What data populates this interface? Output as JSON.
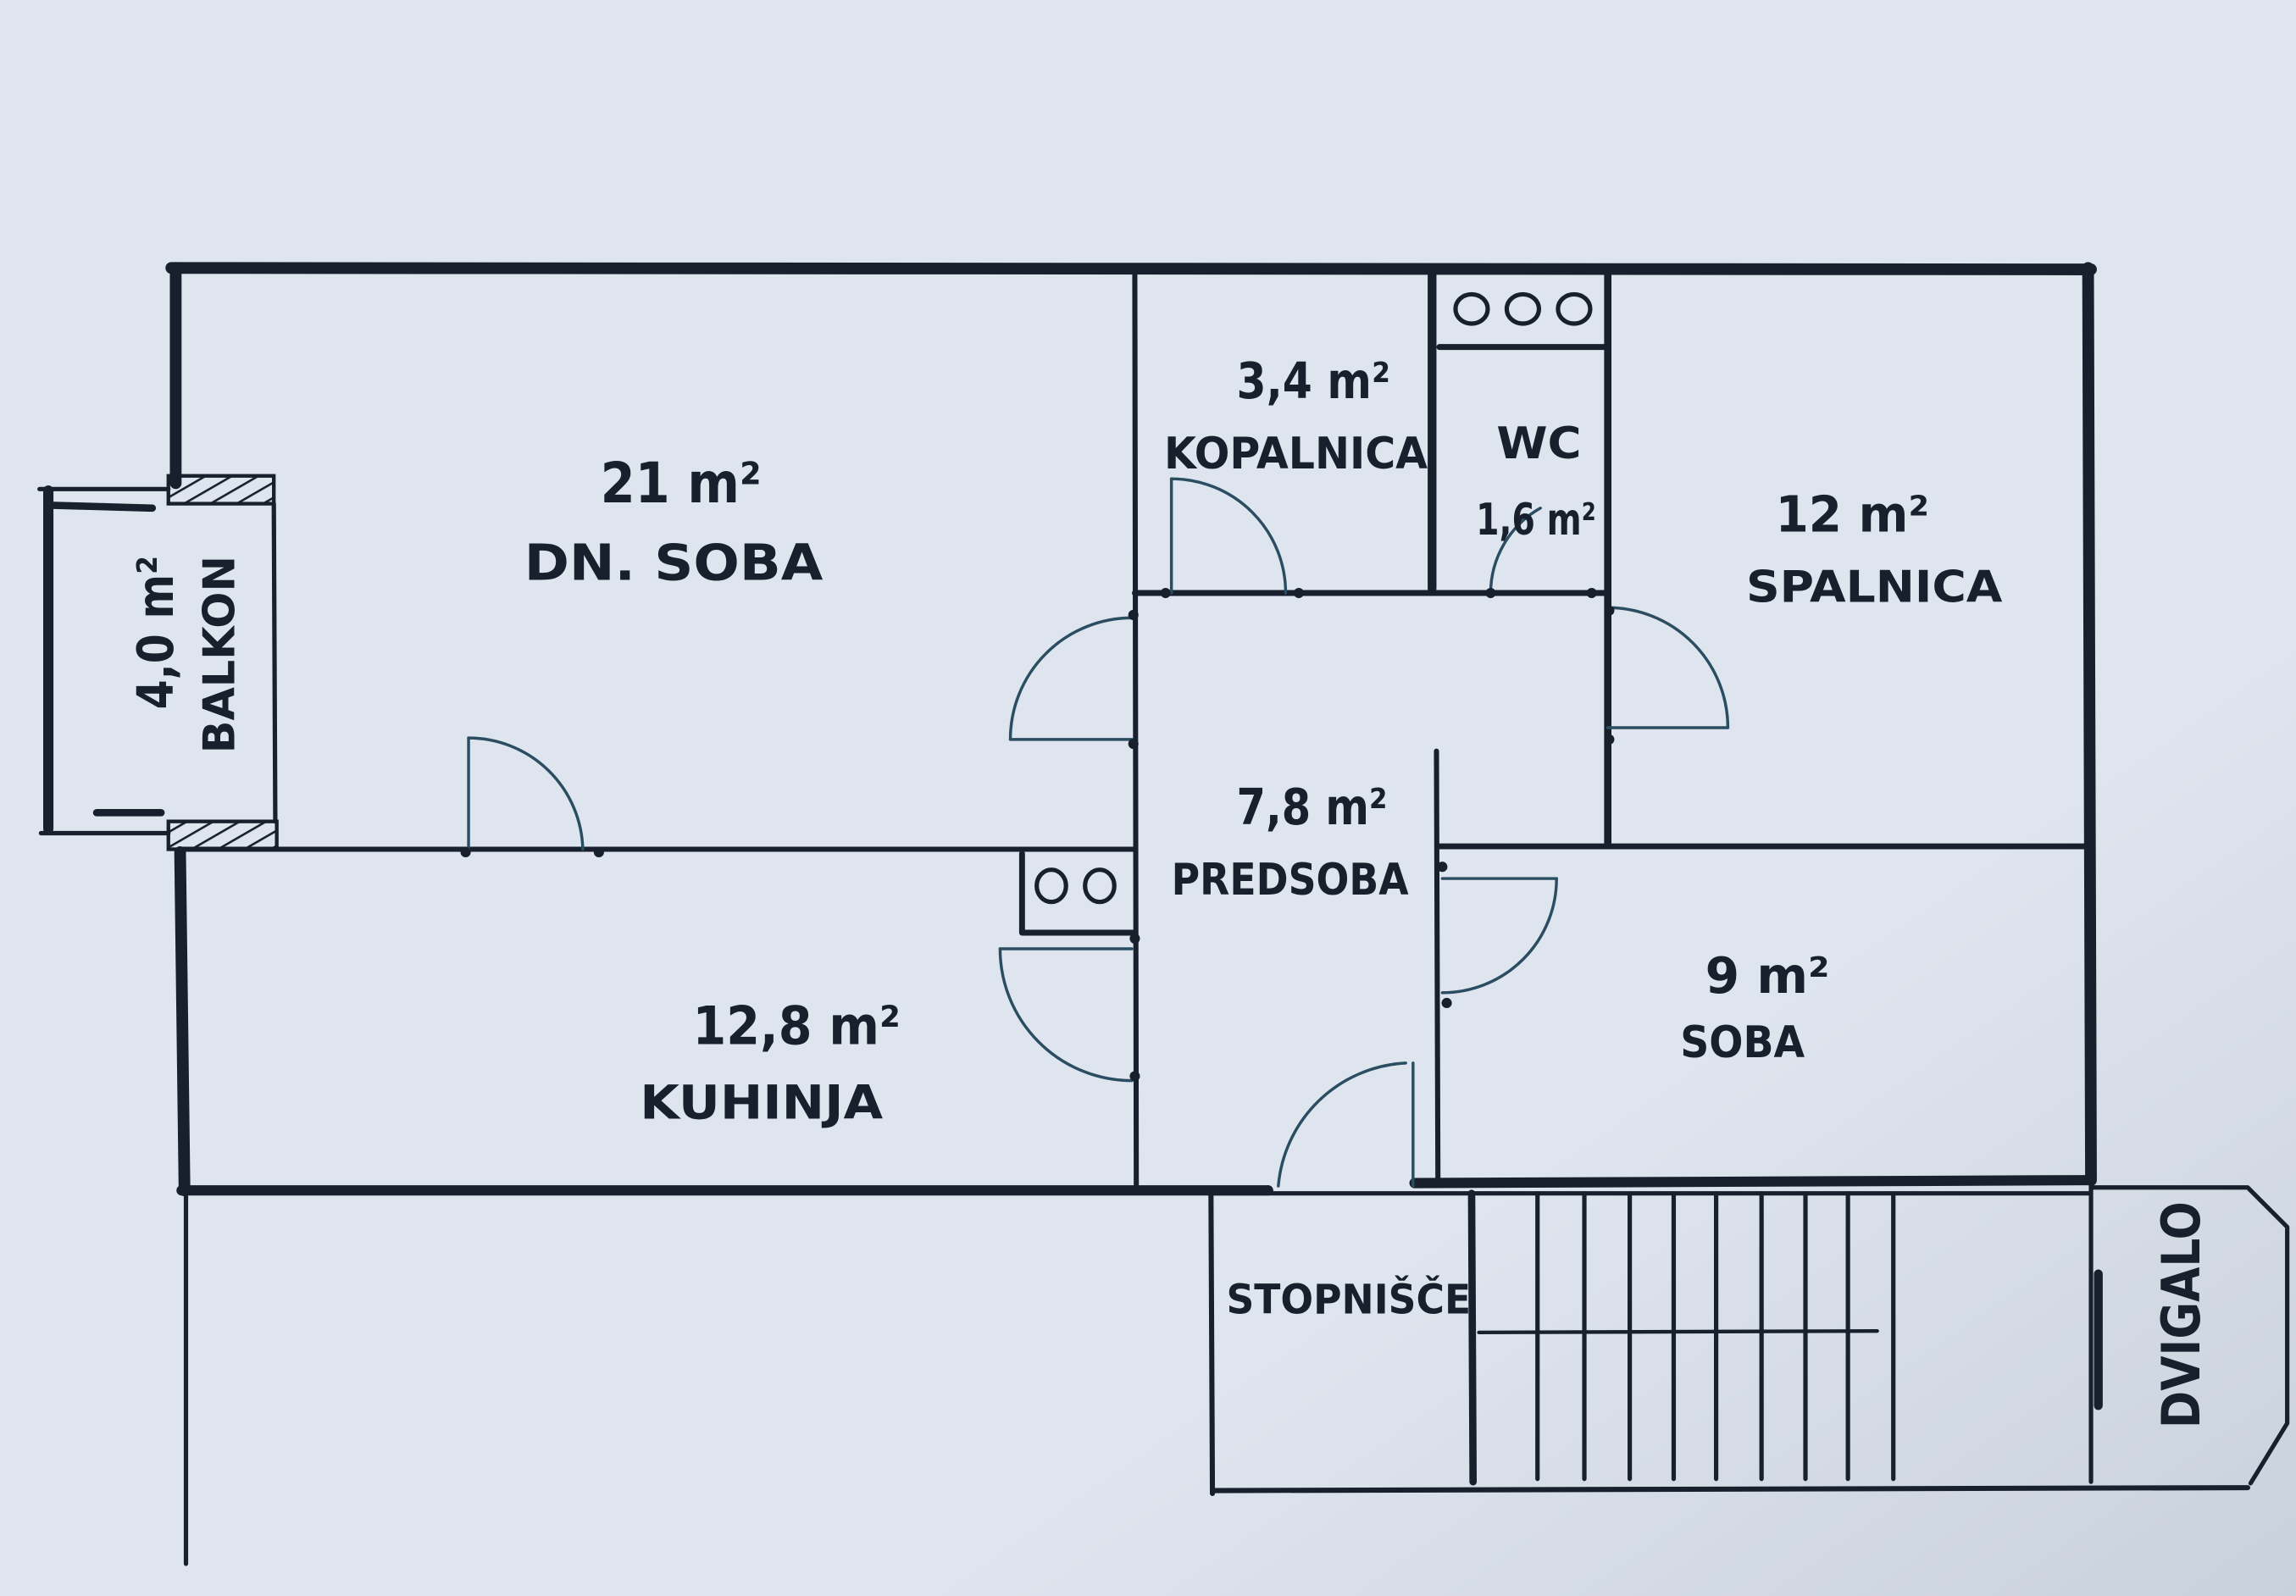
{
  "plan": {
    "rooms": {
      "living_room": {
        "area": "21 m²",
        "name": "DN. SOBA"
      },
      "bathroom": {
        "area": "3,4 m²",
        "name": "KOPALNICA"
      },
      "wc": {
        "name": "WC",
        "area": "1,6 m²"
      },
      "bedroom": {
        "area": "12 m²",
        "name": "SPALNICA"
      },
      "hallway": {
        "area": "7,8 m²",
        "name": "PREDSOBA"
      },
      "kitchen": {
        "area": "12,8 m²",
        "name": "KUHINJA"
      },
      "room": {
        "area": "9 m²",
        "name": "SOBA"
      },
      "balcony": {
        "area": "4,0 m²",
        "name": "BALKON"
      }
    },
    "staircase": {
      "name": "STOPNIŠČE"
    },
    "elevator": {
      "name": "DVIGALO"
    }
  },
  "colors": {
    "paper": "#dfe5ee",
    "paper_shadow": "#c9d1dc",
    "ink": "#17202c",
    "door_ink": "#2a4d61"
  }
}
